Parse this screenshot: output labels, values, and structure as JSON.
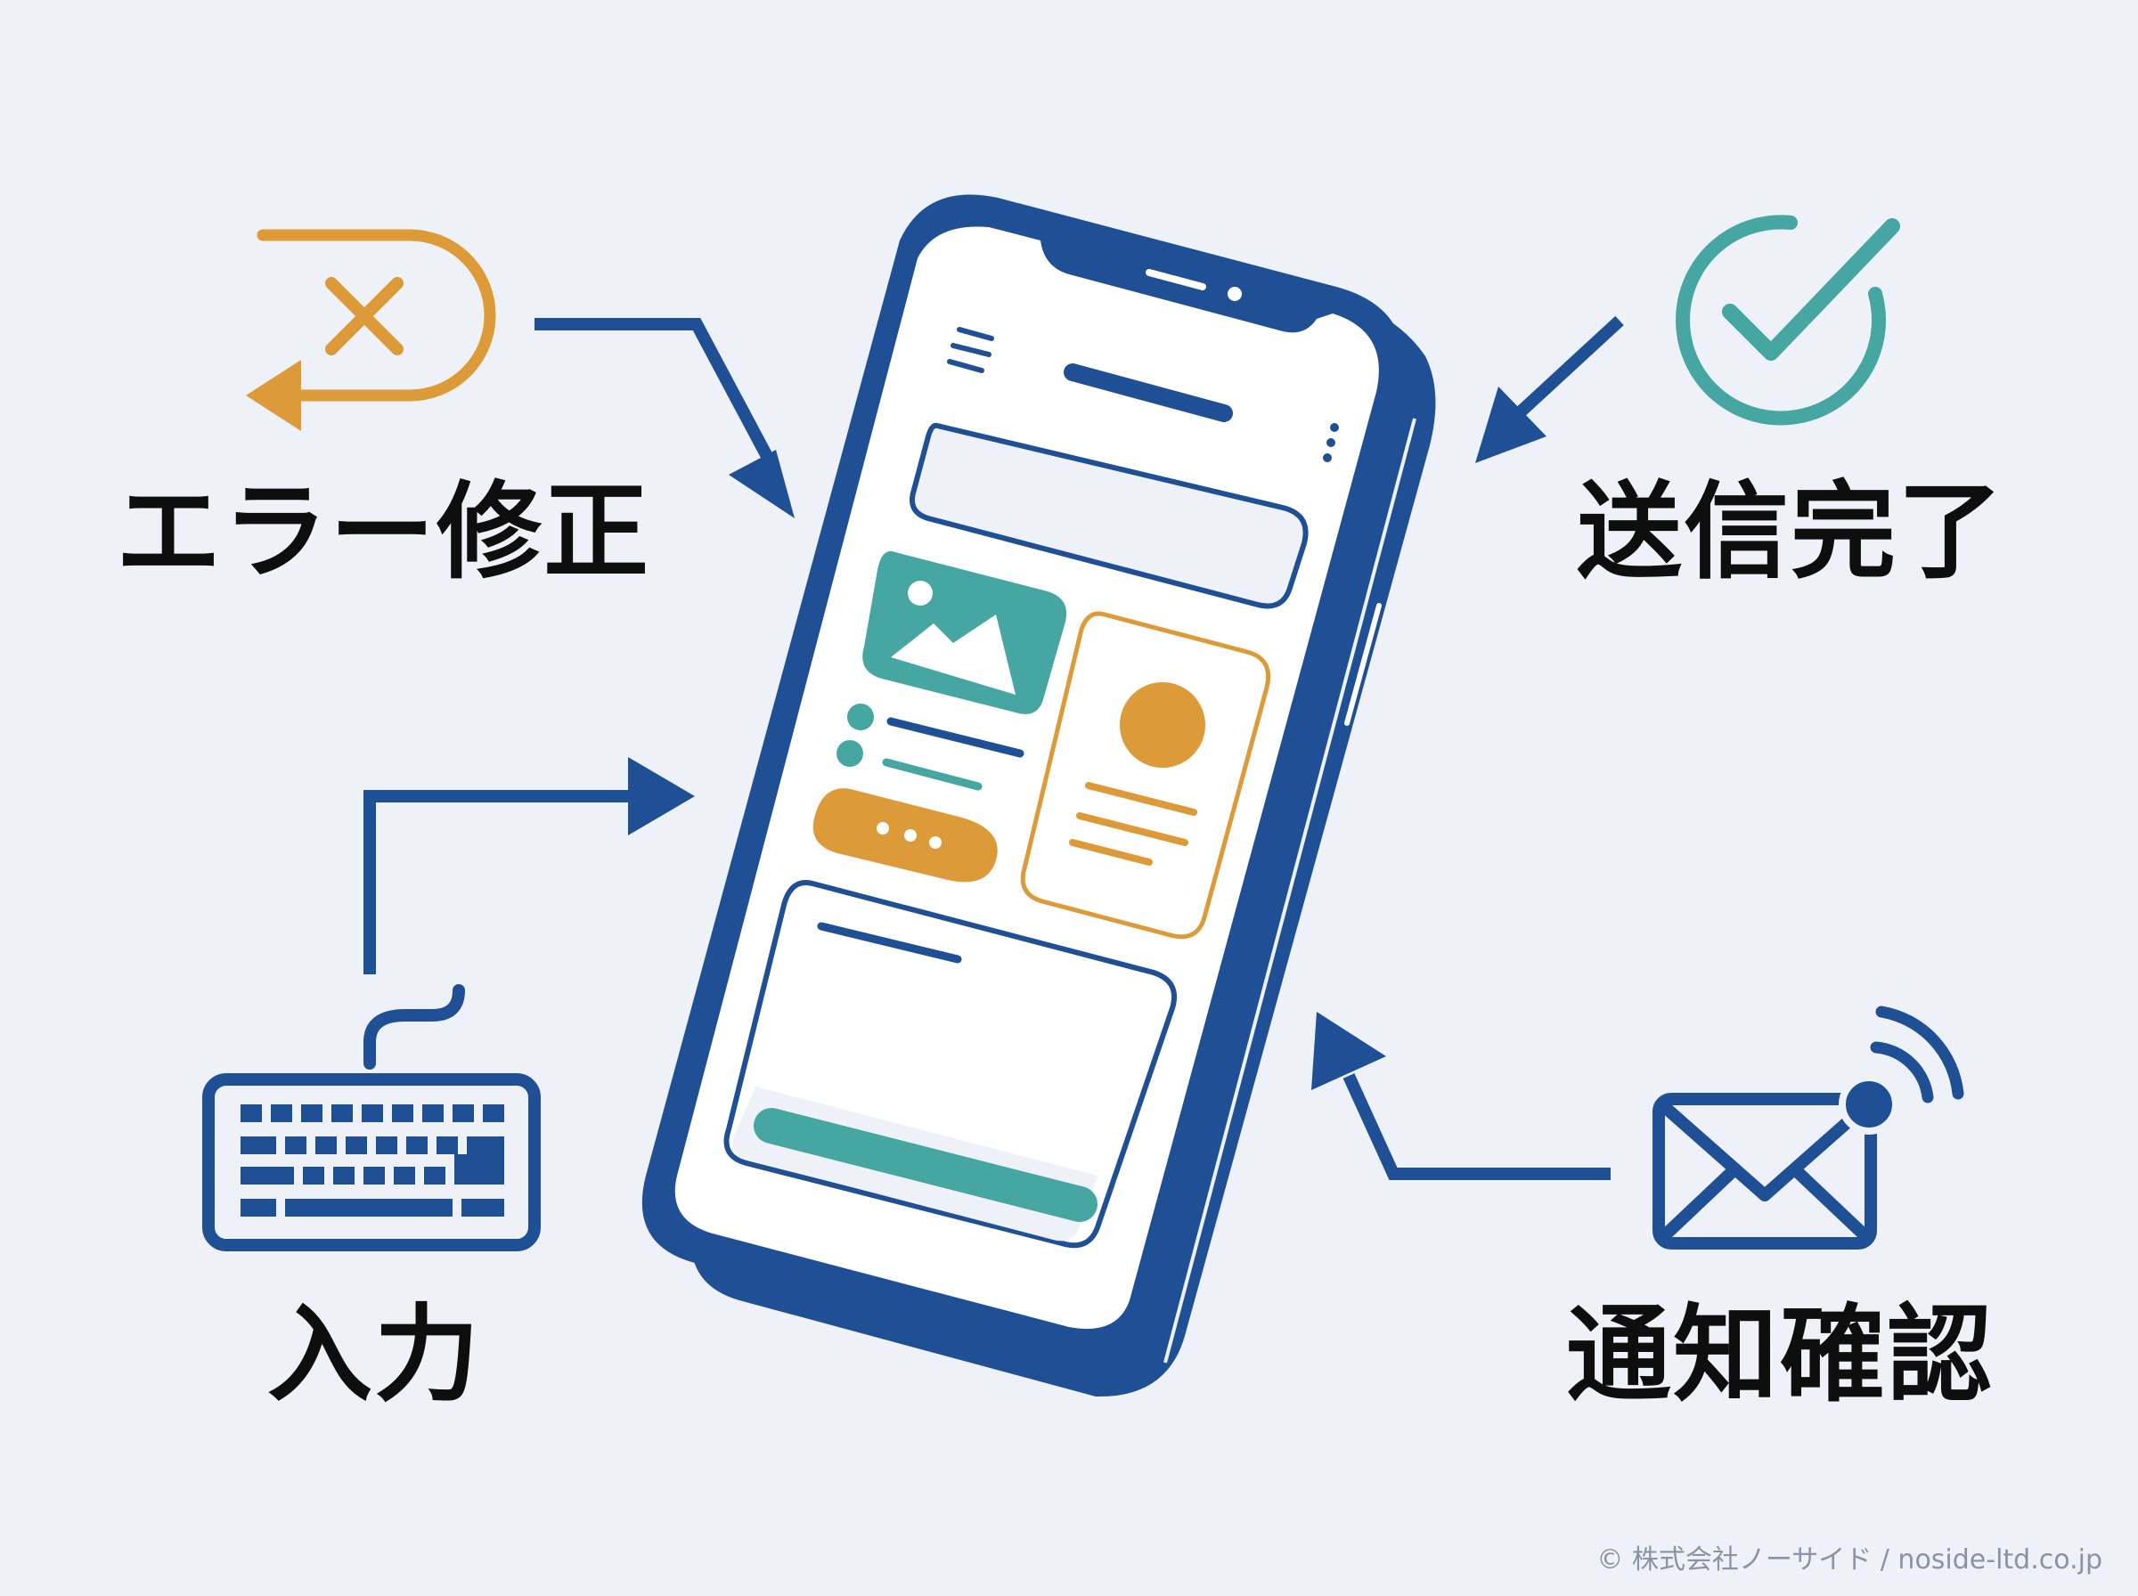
{
  "labels": {
    "error_fix": "エラー修正",
    "send_complete": "送信完了",
    "input": "入力",
    "notification_check": "通知確認"
  },
  "copyright": "© 株式会社ノーサイド / noside-ltd.co.jp",
  "colors": {
    "background": "#eef2f8",
    "primary_blue": "#1f4f94",
    "orange": "#dc9a38",
    "teal": "#46a6a2",
    "label_text": "#0e0e0e"
  },
  "icons": {
    "error_fix": "x-with-return-arrow-icon",
    "send_complete": "circle-checkmark-icon",
    "input": "keyboard-icon",
    "notification_check": "envelope-with-signal-icon"
  }
}
